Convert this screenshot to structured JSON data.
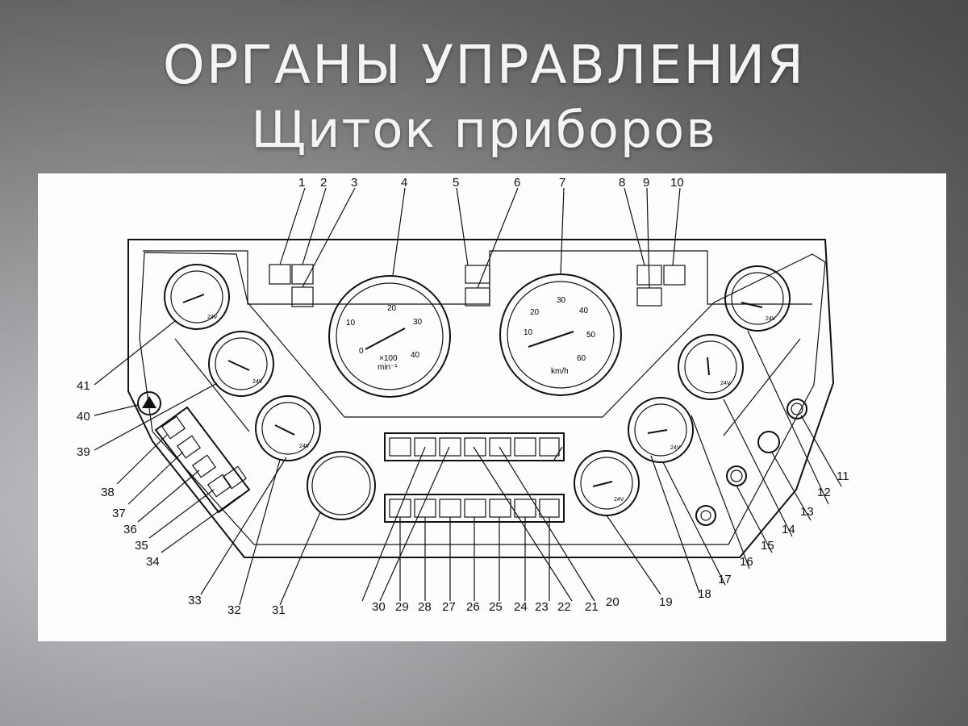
{
  "slide": {
    "title": "ОРГАНЫ УПРАВЛЕНИЯ",
    "subtitle": "Щиток приборов"
  },
  "diagram": {
    "gauge_texts": {
      "tacho_unit_multiplier": "×100",
      "tacho_unit": "min⁻¹",
      "tacho_ticks": [
        "0",
        "10",
        "20",
        "30",
        "40"
      ],
      "speedo_unit": "km/h",
      "speedo_ticks": [
        "10",
        "20",
        "30",
        "40",
        "50",
        "60"
      ],
      "small_label": "24V"
    },
    "callout_numbers": [
      "1",
      "2",
      "3",
      "4",
      "5",
      "6",
      "7",
      "8",
      "9",
      "10",
      "11",
      "12",
      "13",
      "14",
      "15",
      "16",
      "17",
      "18",
      "19",
      "20",
      "21",
      "22",
      "23",
      "24",
      "25",
      "26",
      "27",
      "28",
      "29",
      "30",
      "31",
      "32",
      "33",
      "34",
      "35",
      "36",
      "37",
      "38",
      "39",
      "40",
      "41"
    ]
  }
}
